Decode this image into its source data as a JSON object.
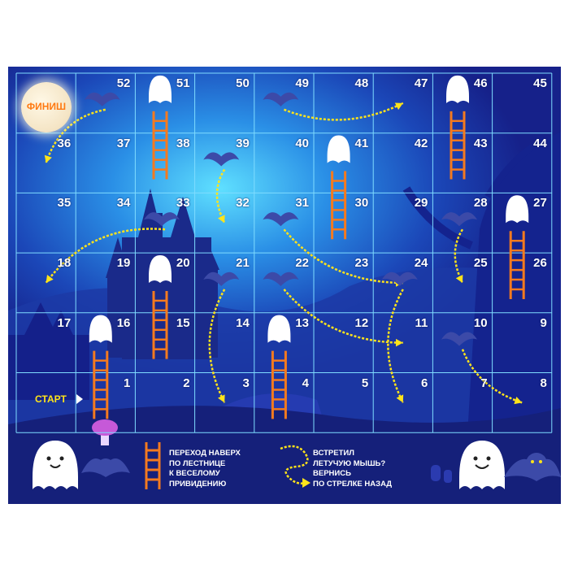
{
  "board": {
    "finish_label": "ФИНИШ",
    "start_label": "СТАРТ",
    "rows": [
      [
        null,
        52,
        51,
        50,
        49,
        48,
        47,
        46,
        45
      ],
      [
        36,
        37,
        38,
        39,
        40,
        41,
        42,
        43,
        44
      ],
      [
        35,
        34,
        33,
        32,
        31,
        30,
        29,
        28,
        27
      ],
      [
        18,
        19,
        20,
        21,
        22,
        23,
        24,
        25,
        26
      ],
      [
        17,
        16,
        15,
        14,
        13,
        12,
        11,
        10,
        9
      ],
      [
        null,
        1,
        2,
        3,
        4,
        5,
        6,
        7,
        8
      ]
    ],
    "ladders": [
      {
        "from": 38,
        "to": 51
      },
      {
        "from": 30,
        "to": 41
      },
      {
        "from": 26,
        "to": 27
      },
      {
        "from": 15,
        "to": 20
      },
      {
        "from": 1,
        "to": 16
      },
      {
        "from": 4,
        "to": 13
      },
      {
        "from": 43,
        "to": 46
      }
    ],
    "bat_arrows": [
      {
        "from": 52,
        "to": 36
      },
      {
        "from": 49,
        "to": 47
      },
      {
        "from": 39,
        "to": 32
      },
      {
        "from": 33,
        "to": 18
      },
      {
        "from": 31,
        "to": 24
      },
      {
        "from": 28,
        "to": 25
      },
      {
        "from": 21,
        "to": 3
      },
      {
        "from": 22,
        "to": 11
      },
      {
        "from": 24,
        "to": 6
      },
      {
        "from": 10,
        "to": 8
      }
    ]
  },
  "legend": {
    "ladder_lines": [
      "ПЕРЕХОД НАВЕРХ",
      "ПО ЛЕСТНИЦЕ",
      "К ВЕСЕЛОМУ",
      "ПРИВИДЕНИЮ"
    ],
    "bat_lines": [
      "ВСТРЕТИЛ",
      "ЛЕТУЧУЮ МЫШЬ?",
      "ВЕРНИСЬ",
      "ПО СТРЕЛКЕ НАЗАД"
    ]
  },
  "colors": {
    "ladder": "#f47a1f",
    "arrow": "#ffe41a",
    "grid": "#7fdcff",
    "finish_text": "#ff7a12"
  }
}
